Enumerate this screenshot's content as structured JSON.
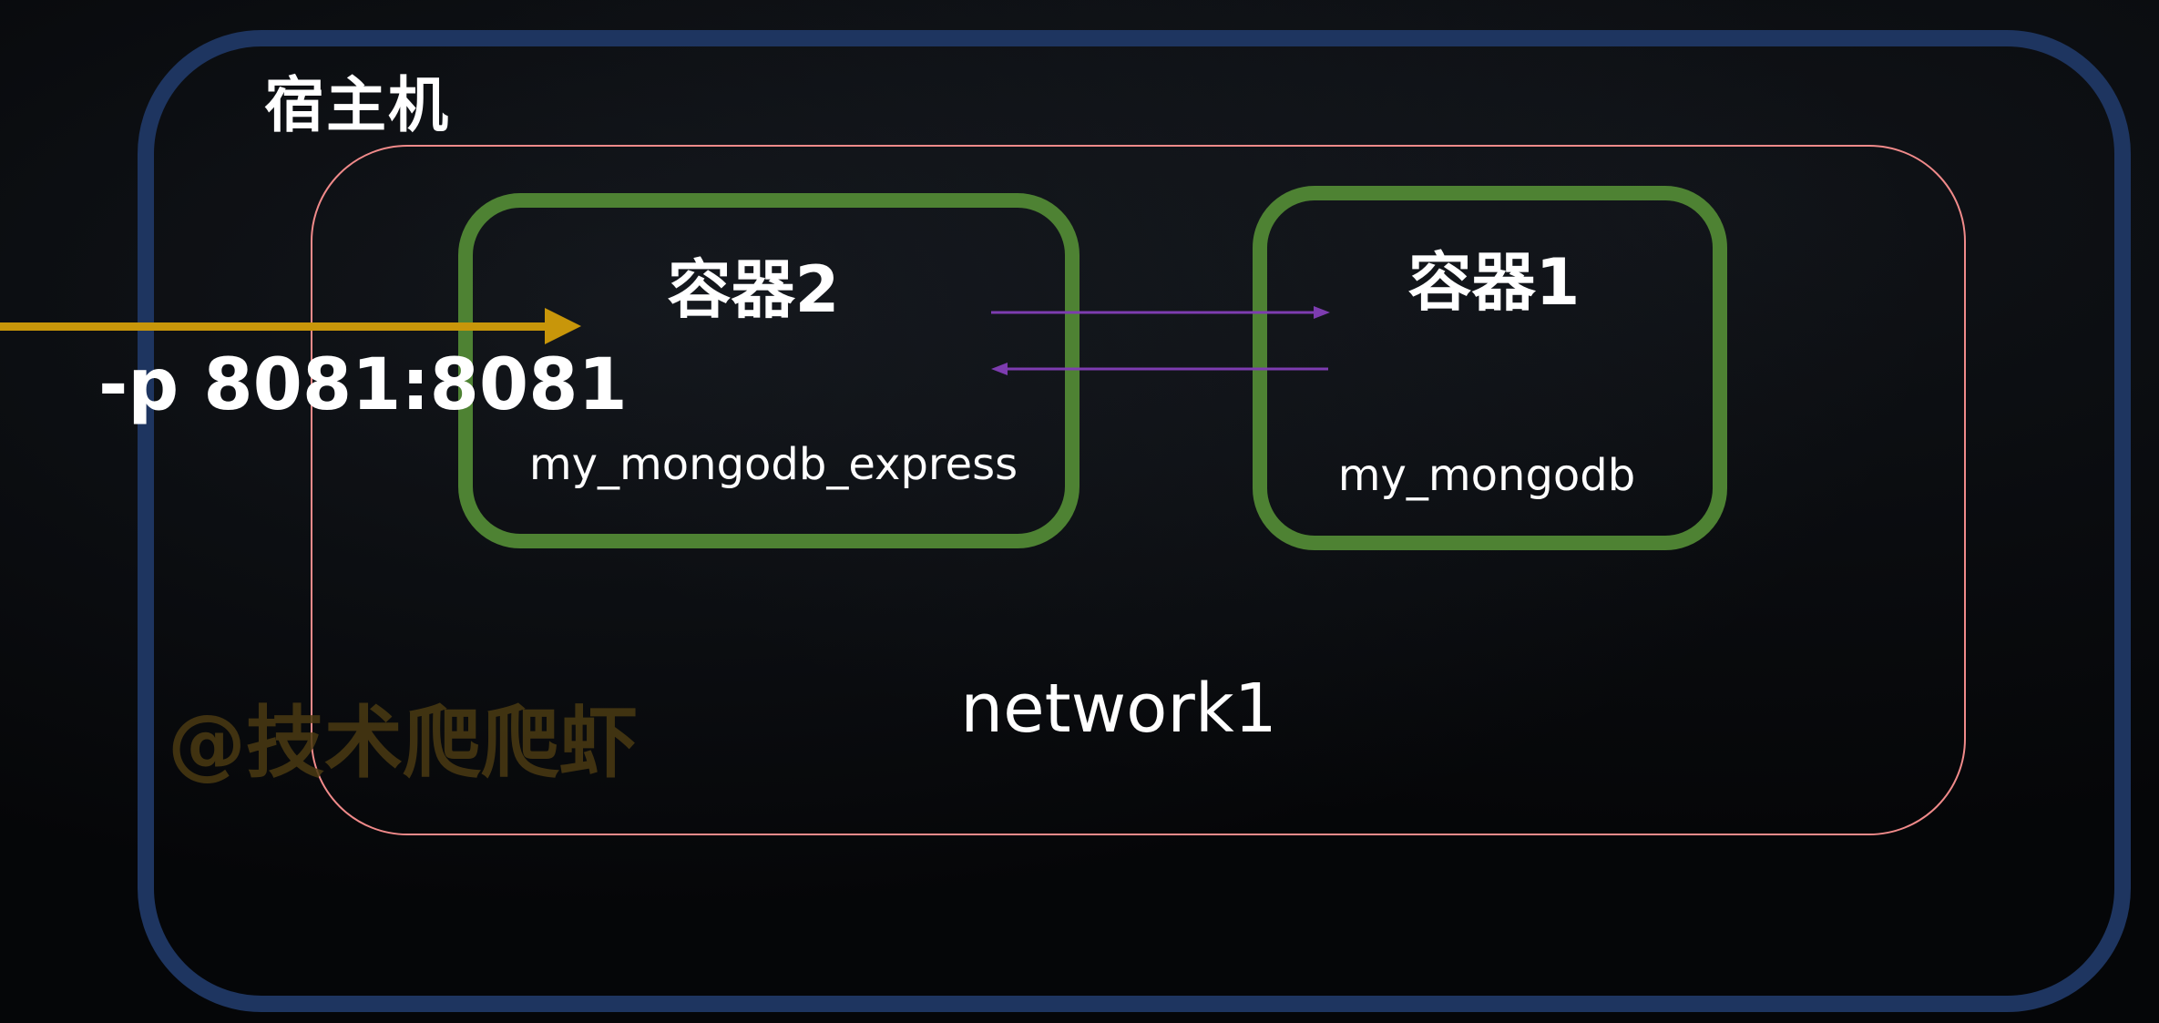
{
  "host": {
    "label": "宿主机"
  },
  "network": {
    "label": "network1"
  },
  "containers": [
    {
      "title": "容器2",
      "name": "my_mongodb_express"
    },
    {
      "title": "容器1",
      "name": "my_mongodb"
    }
  ],
  "port_mapping": {
    "label": "-p 8081:8081"
  },
  "watermark": "@技术爬爬虾",
  "colors": {
    "host_border": "#1e3560",
    "network_border": "#f08a8a",
    "container_border": "#4e8233",
    "port_arrow": "#c8960a",
    "link_arrow": "#7d3cb0"
  }
}
